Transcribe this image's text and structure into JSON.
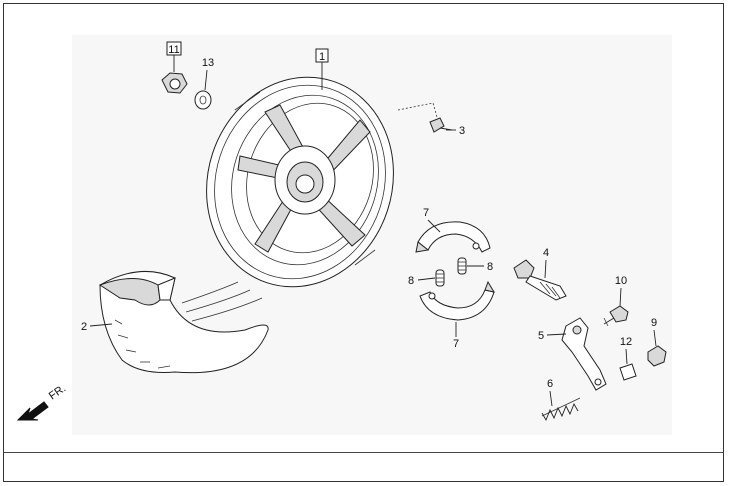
{
  "callouts": {
    "c1": "1",
    "c2": "2",
    "c3": "3",
    "c4": "4",
    "c5": "5",
    "c6": "6",
    "c7a": "7",
    "c7b": "7",
    "c8a": "8",
    "c8b": "8",
    "c9": "9",
    "c10": "10",
    "c11": "11",
    "c12": "12",
    "c13": "13"
  },
  "direction": {
    "label": "FR."
  }
}
